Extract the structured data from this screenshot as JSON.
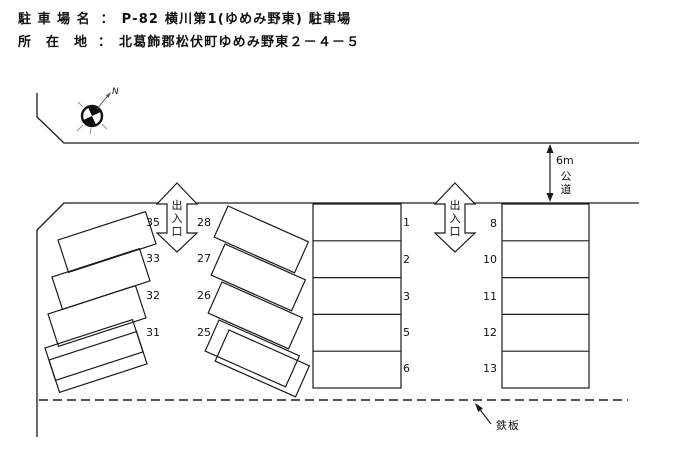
{
  "header": {
    "row1": {
      "label": "駐 車 場 名",
      "sep": "：",
      "value": "P-82 横川第1(ゆめみ野東) 駐車場"
    },
    "row2": {
      "label": "所　在　地",
      "sep": "：",
      "value": "北葛飾郡松伏町ゆめみ野東２－４－５"
    }
  },
  "diagram": {
    "compass": {
      "north_label": "N"
    },
    "road": {
      "width_label": "6m",
      "chars": [
        "公",
        "道"
      ]
    },
    "entrance": {
      "chars": [
        "出",
        "入",
        "口"
      ]
    },
    "iron_plate_label": "鉄板",
    "stalls": {
      "left_angled": [
        "35",
        "33",
        "32",
        "31"
      ],
      "mid_angled": [
        "28",
        "27",
        "26",
        "25"
      ],
      "center_column": [
        "1",
        "2",
        "3",
        "5",
        "6"
      ],
      "right_column": [
        "8",
        "10",
        "11",
        "12",
        "13"
      ]
    }
  }
}
